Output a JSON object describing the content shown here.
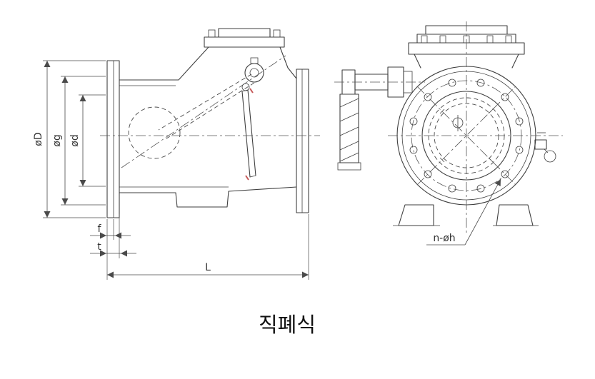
{
  "diagram": {
    "type": "technical-drawing-check-valve",
    "caption": "직폐식",
    "dimension_labels": {
      "outer_diameter": "øD",
      "gasket_diameter": "øg",
      "bore_diameter": "ød",
      "face_height": "f",
      "flange_thickness": "t",
      "length": "L",
      "bolt_holes": "n-øh"
    },
    "colors": {
      "line": "#3f3f3f",
      "centerline": "#555555",
      "background": "#ffffff",
      "accent_mark": "#c65a5a"
    }
  }
}
